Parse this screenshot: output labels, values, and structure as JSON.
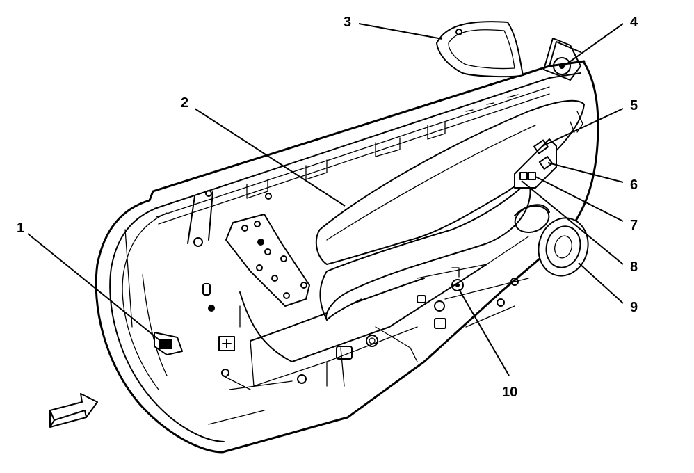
{
  "callouts": [
    "1",
    "2",
    "3",
    "4",
    "5",
    "6",
    "7",
    "8",
    "9",
    "10"
  ],
  "colors": {
    "ink": "#000000",
    "paper": "#ffffff"
  },
  "icons": {
    "direction_arrow": "forward-arrow-icon"
  }
}
